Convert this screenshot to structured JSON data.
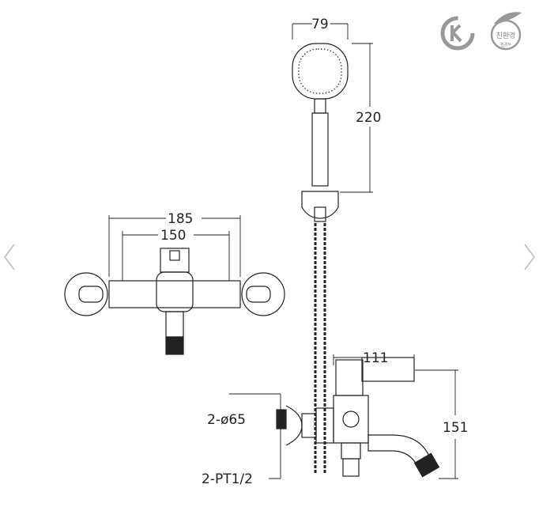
{
  "certifications": {
    "kc_mark": "KC",
    "eco_mark": "친환경",
    "eco_sub": "환경부"
  },
  "dimensions": {
    "handshower_width": "79",
    "handshower_height": "220",
    "outer_width": "185",
    "inner_width": "150",
    "spout_length": "111",
    "body_height": "151",
    "flange": "2-ø65",
    "thread": "2-PT1/2"
  },
  "navigation": {
    "prev_icon": "chevron-left-icon",
    "next_icon": "chevron-right-icon"
  }
}
